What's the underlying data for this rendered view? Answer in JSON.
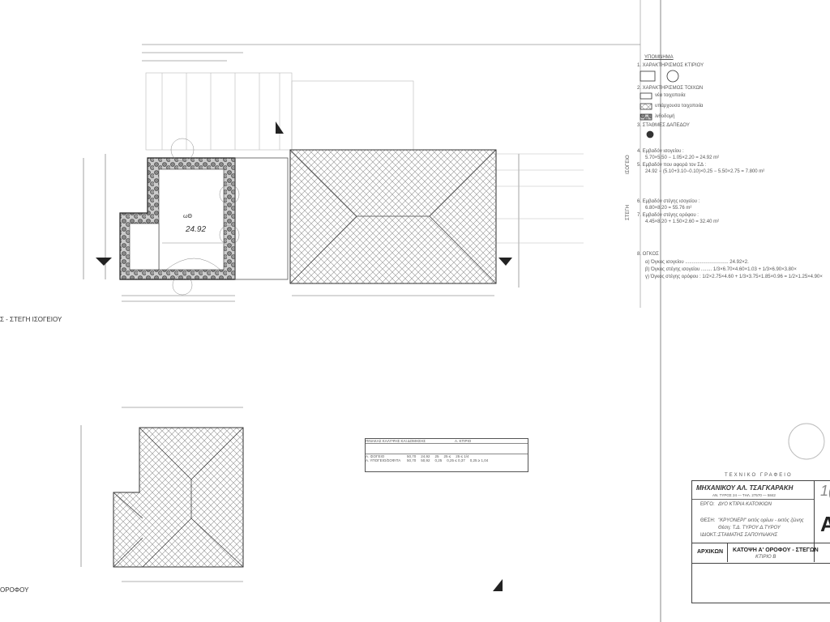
{
  "plan_labels": {
    "room_area": "24.92",
    "room_code": "ωΘ",
    "ground_roof_caption": "Σ - ΣΤΕΓΗ ΙΣΟΓΕΙΟΥ",
    "upper_floor_caption": "ΟΡΟΦΟΥ"
  },
  "legend": {
    "title": "ΥΠΟΜΝΗΜΑ",
    "items": [
      "1. ΧΑΡΑΚΤΗΡΙΣΜΟΣ ΚΤΙΡΙΟΥ",
      "2. ΧΑΡΑΚΤΗΡΙΣΜΟΣ ΤΟΙΧΩΝ",
      "3. ΣΤΑΘΜΕΣ ΔΑΠΕΔΟΥ"
    ],
    "wall_types": [
      "νέα τοιχοποιία",
      "υπάρχουσα τοιχοποιία",
      "λιθοδομή"
    ],
    "calc_group_1": "ΙΣΟΓΕΙΟ",
    "calc_group_2": "ΣΤΕΓΗ",
    "calcs": [
      "4. Εμβαδόν ισογείου :",
      "5.70×5.50 − 1.05×2.20 = 24.92 m²",
      "5. Εμβαδόν που αφορά τον ΣΔ :",
      "24.92 − (5.10+3.10−0.10)×0.25 − 5.50×2.75 = 7.800 m²",
      "6. Εμβαδόν στέγης ισογείου :",
      "6.80×8.20 = 55.76 m²",
      "7. Εμβαδόν στέγης ορόφου :",
      "4.45×8.20 + 1.50×2.60 = 32.40 m²",
      "8. ΟΓΚΟΣ",
      "α) Όγκος ισογείου ................................ 24.92×2.",
      "β) Όγκος στέγης ισογείου ........ 1/3×6.70×4.60×1.03 + 1/3×6.90×3.80×",
      "γ) Όγκος στέγης ορόφου : 1/2×2.75×4.60 + 1/3×3.75×1.85×0.96 = 1/2×1.25×4.90×"
    ]
  },
  "area_table": {
    "header": "ΠΙΝΑΚΑΣ ΚΑΛΥΨΗΣ ΚΑΙ ΔΟΜΗΣΗΣ",
    "group": "Α. ΚΤΙΡΙΟ",
    "rows": [
      [
        "Α. ΙΣΟΓΕΙΟ",
        "50,70",
        "24,92",
        "25",
        "25 ≤",
        "25 ≤ 1/4"
      ],
      [
        "Α. ΥΠΟΓΕΙΟ/ΣΟΦΙΤΑ",
        "50,70",
        "50,92",
        "0,25",
        "0,25 ≤ 0,37",
        "0,25 ≥ 1,04"
      ]
    ]
  },
  "title_block": {
    "office": "ΤΕΧΝΙΚΟ ΓΡΑΦΕΙΟ",
    "engineer": "ΜΗΧΑΝΙΚΟΥ ΑΛ. ΤΣΑΓΚΑΡΑΚΗ",
    "address": "ΑΝ. ΤΥΡΟΣ 24 — ΤΗΛ. 27570 — 5842",
    "project_label": "ΕΡΓΟ:",
    "project": "ΔΥΟ ΚΤΙΡΙΑ ΚΑΤΟΙΚΙΩΝ",
    "location_label": "ΘΕΣΗ:",
    "location_1": "\"ΚΡΥΟΝΕΡΙ\" εκτός ορίων - εκτός ζώνης",
    "location_2": "Θέση: Τ.Δ. ΤΥΡΟΥ Δ.ΤΥΡΟΥ",
    "owner_label": "ΙΔΙΟΚΤ.:",
    "owner": "ΣΤΑΜΑΤΗΣ ΣΑΠΟΥΝΑΚΗΣ",
    "status": "ΑΡΧΙΚΩΝ",
    "drawing_title": "ΚΑΤΟΨΗ Α' ΟΡΟΦΟΥ - ΣΤΕΓΩΝ",
    "building": "ΚΤΙΡΙΟ Β",
    "sheet_letter": "Α",
    "sheet_no": "1("
  }
}
